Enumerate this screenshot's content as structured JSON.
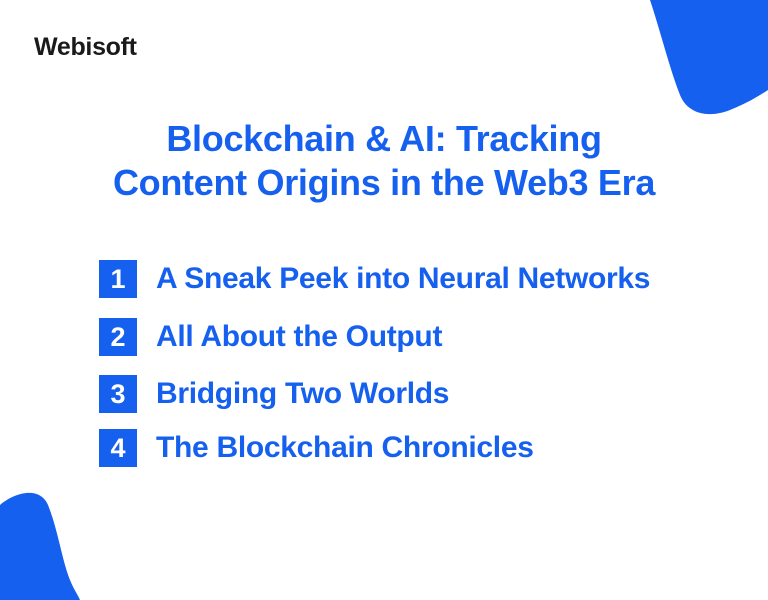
{
  "brand": {
    "logo_text": "Webisoft",
    "accent_color": "#1660f0",
    "logo_color": "#1a1a1a"
  },
  "title": {
    "line1": "Blockchain & AI: Tracking",
    "line2": "Content Origins in the Web3 Era"
  },
  "list": {
    "items": [
      {
        "number": "1",
        "label": "A Sneak Peek into Neural Networks"
      },
      {
        "number": "2",
        "label": "All About the Output"
      },
      {
        "number": "3",
        "label": "Bridging Two Worlds"
      },
      {
        "number": "4",
        "label": "The Blockchain Chronicles"
      }
    ]
  },
  "decorations": {
    "top_right_blob": "blue-blob-shape",
    "bottom_left_blob": "blue-blob-shape"
  }
}
